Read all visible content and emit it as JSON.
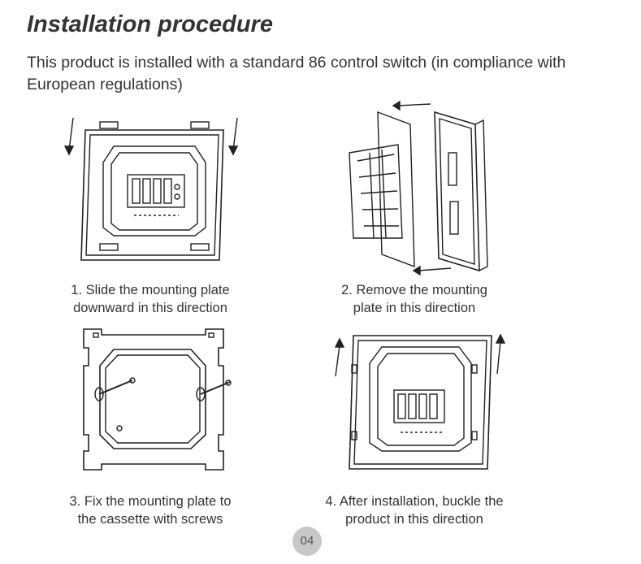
{
  "page": {
    "title": "Installation procedure",
    "intro": "This product is installed with a standard 86 control switch (in compliance with European regulations)",
    "page_number": "04"
  },
  "steps": [
    {
      "line1": "1. Slide the mounting plate",
      "line2": "downward in this direction"
    },
    {
      "line1": "2. Remove the mounting",
      "line2": "plate in this direction"
    },
    {
      "line1": "3. Fix the mounting plate to",
      "line2": "the cassette with screws"
    },
    {
      "line1": "4. After installation, buckle the",
      "line2": "product in this direction"
    }
  ]
}
